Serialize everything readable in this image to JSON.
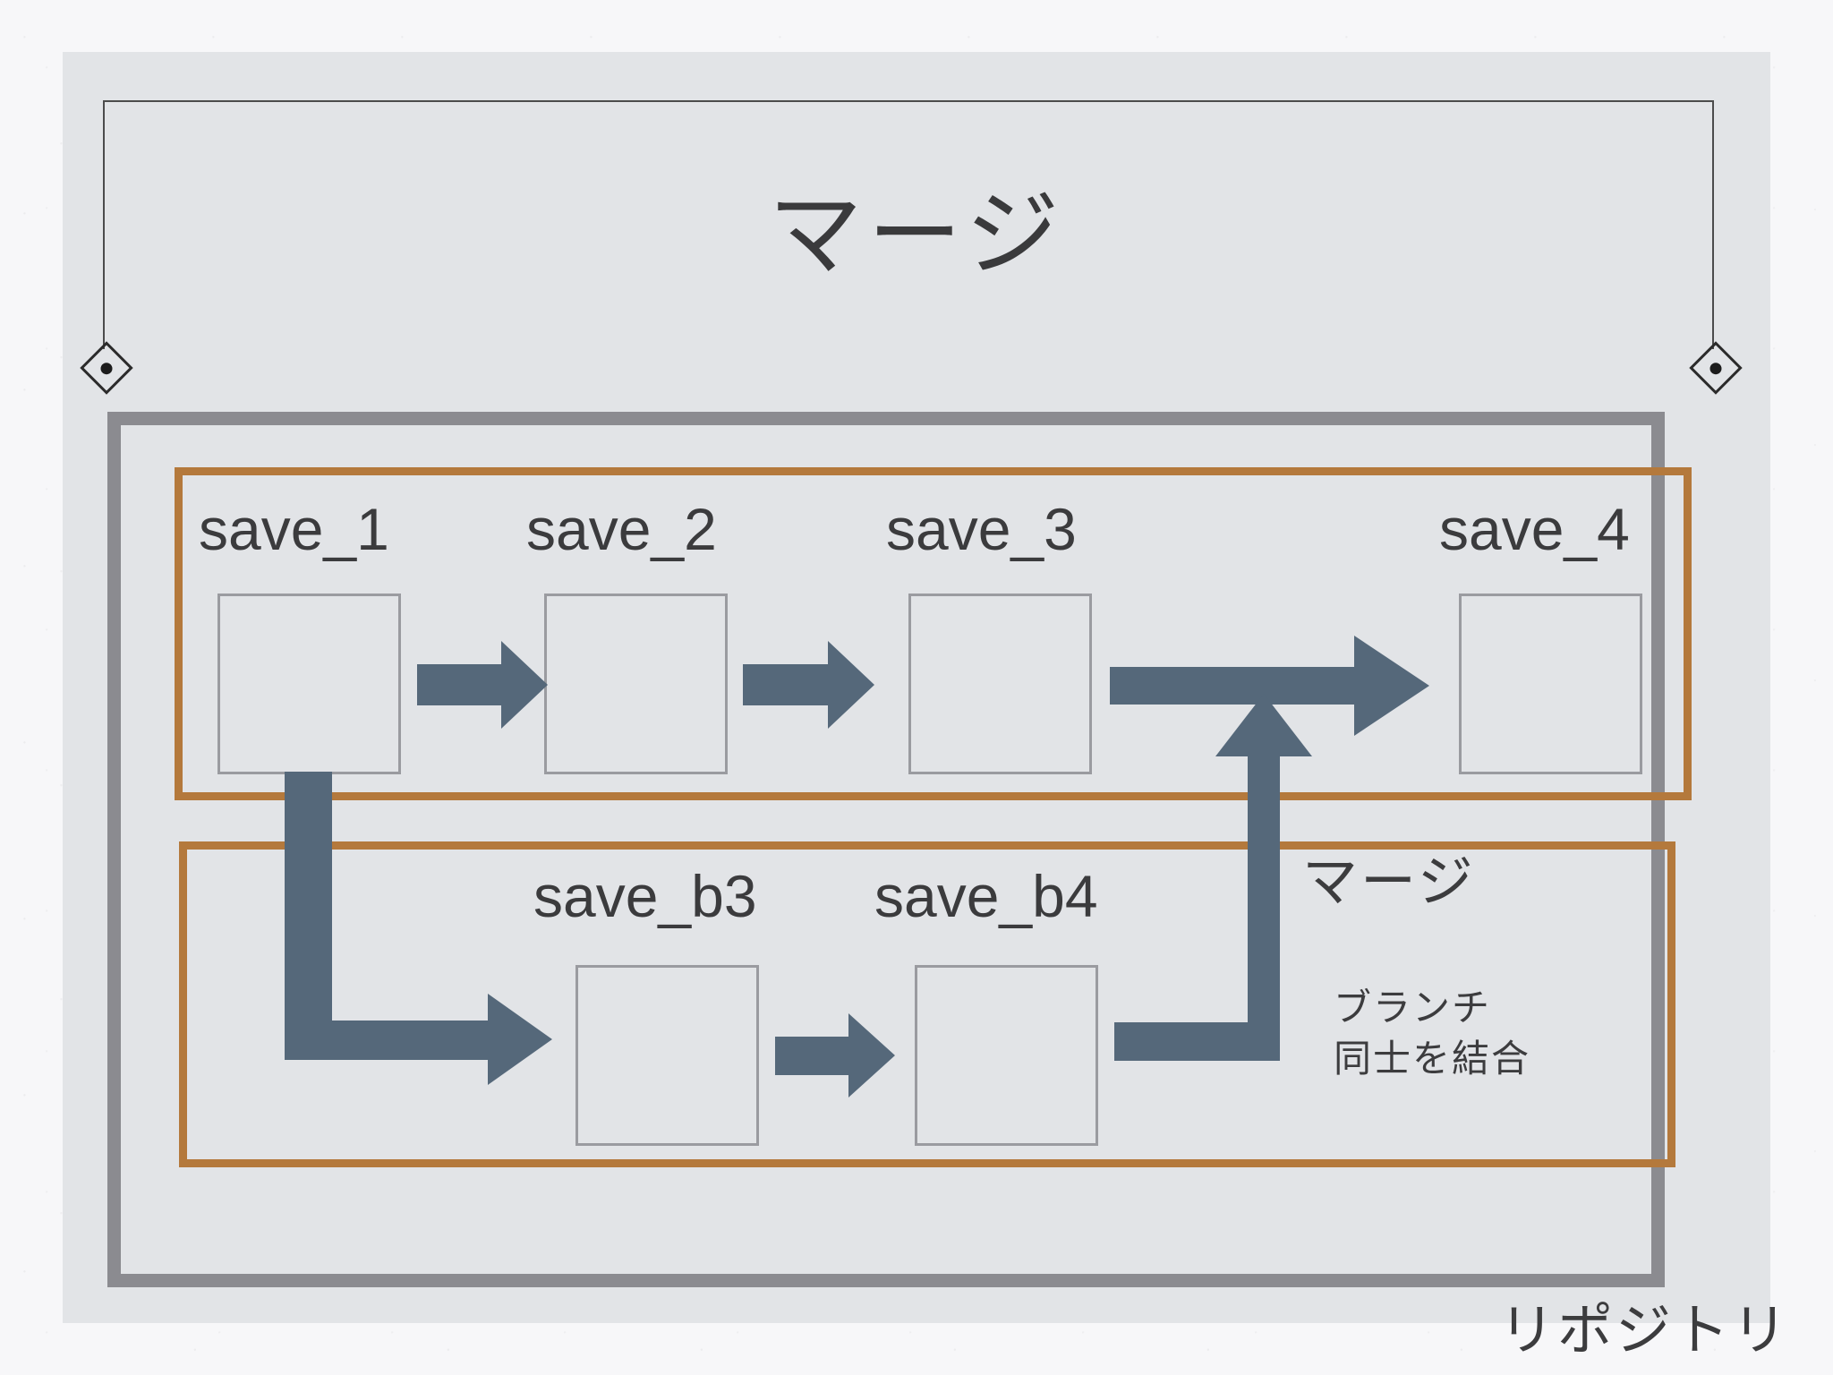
{
  "slide": {
    "title": "マージ",
    "background_color": "#f7f7f9",
    "card_color": "#e2e4e7"
  },
  "colors": {
    "arrow": "#55687a",
    "lane_border": "#b4793c",
    "repo_border": "#8b8b90",
    "commit_border": "#9a9ba0",
    "text": "#3b3b3d",
    "bracket": "#2b2b2b"
  },
  "repository": {
    "label": "リポジトリ"
  },
  "lanes": [
    {
      "name": "main-branch-lane",
      "commits": [
        {
          "label": "save_1"
        },
        {
          "label": "save_2"
        },
        {
          "label": "save_3"
        },
        {
          "label": "save_4"
        }
      ]
    },
    {
      "name": "feature-branch-lane",
      "commits": [
        {
          "label": "save_b3"
        },
        {
          "label": "save_b4"
        }
      ]
    }
  ],
  "annotations": {
    "merge_label": "マージ",
    "merge_description_line1": "ブランチ",
    "merge_description_line2": "同士を結合"
  },
  "connectors": [
    {
      "name": "save1-to-save2",
      "type": "block-arrow-right"
    },
    {
      "name": "save2-to-save3",
      "type": "block-arrow-right"
    },
    {
      "name": "save3-to-save4",
      "type": "long-block-arrow-right"
    },
    {
      "name": "save1-branch-to-saveb3",
      "type": "elbow-down-right-arrow"
    },
    {
      "name": "saveb3-to-saveb4",
      "type": "block-arrow-right"
    },
    {
      "name": "saveb4-merge-to-save4",
      "type": "elbow-right-up-arrow"
    }
  ]
}
